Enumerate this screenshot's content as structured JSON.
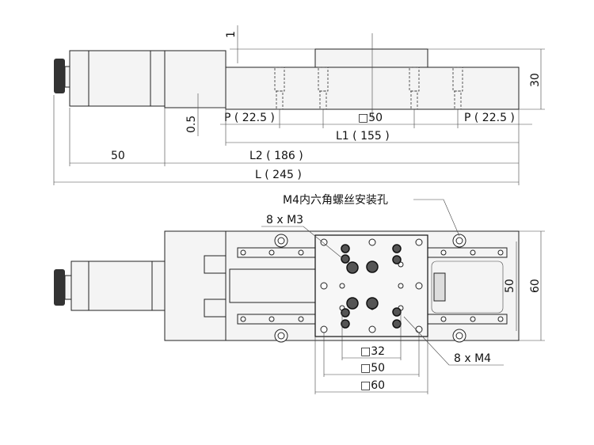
{
  "side_view": {
    "dim_top_gap": "1",
    "dim_height": "30",
    "dim_offset": "0.5",
    "pitch_left": "P ( 22.5 )",
    "pitch_right": "P ( 22.5 )",
    "platform_size": "□50",
    "l1": "L1 ( 155 )",
    "l2": "L2 ( 186 )",
    "motor_length": "50",
    "total_length": "L ( 245 )"
  },
  "top_view": {
    "mount_hole_label": "M4内六角螺丝安装孔",
    "m3_label": "8 x M3",
    "m4_label": "8 x M4",
    "rail_spacing": "50",
    "width": "60",
    "sq32": "□32",
    "sq50": "□50",
    "sq60": "□60"
  }
}
